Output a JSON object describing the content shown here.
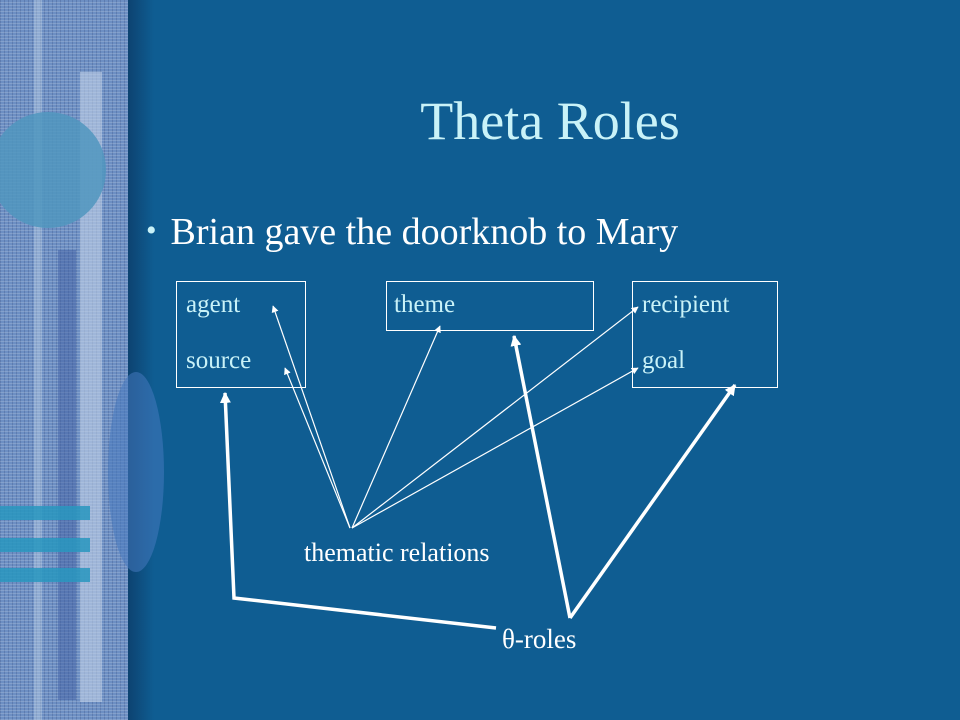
{
  "slide": {
    "title": "Theta Roles",
    "bullet": "Brian gave the doorknob to Mary",
    "roles": {
      "agent": "agent",
      "source": "source",
      "theme": "theme",
      "recipient": "recipient",
      "goal": "goal"
    },
    "labels": {
      "thematic_relations": "thematic  relations",
      "theta_roles": "θ-roles"
    },
    "colors": {
      "background": "#0f5d92",
      "title": "#c9f2f8",
      "text": "#ffffff",
      "lines": "#ffffff"
    }
  }
}
